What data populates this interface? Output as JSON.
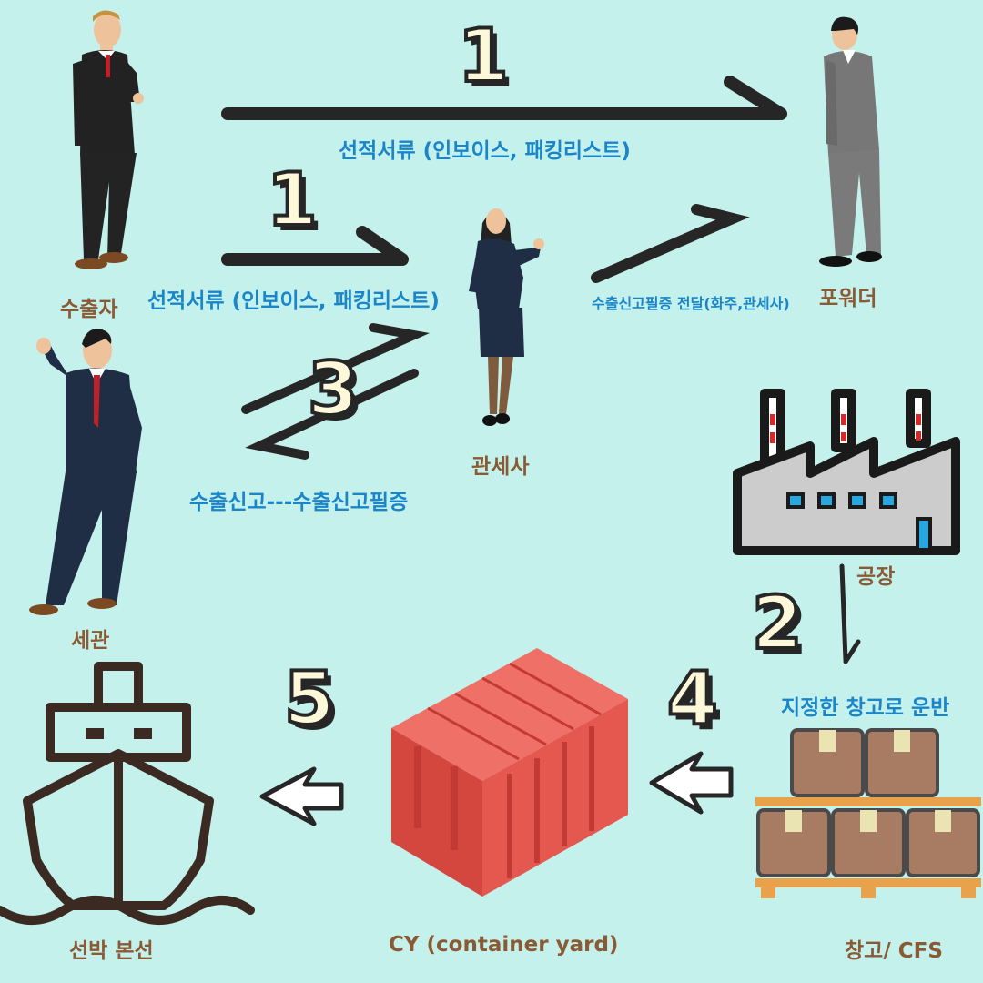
{
  "labels": {
    "exporter": "수출자",
    "forwarder": "포워더",
    "customs_broker": "관세사",
    "customs": "세관",
    "factory": "공장",
    "ship": "선박 본선",
    "cy": "CY (container yard)",
    "warehouse": "창고/ CFS"
  },
  "flows": {
    "docs_to_forwarder": "선적서류 (인보이스, 패킹리스트)",
    "docs_to_broker": "선적서류 (인보이스, 패킹리스트)",
    "declaration": "수출신고---수출신고필증",
    "certificate_delivery": "수출신고필증 전달(화주,관세사)",
    "transport": "지정한 창고로 운반"
  },
  "steps": {
    "s1a": "1",
    "s1b": "1",
    "s2": "2",
    "s3": "3",
    "s4": "4",
    "s5": "5"
  },
  "colors": {
    "background": "#c5f1ec",
    "label_brown": "#8a5a34",
    "label_blue": "#1a86c9",
    "container_red": "#e4584f",
    "box_brown": "#a87b63"
  }
}
